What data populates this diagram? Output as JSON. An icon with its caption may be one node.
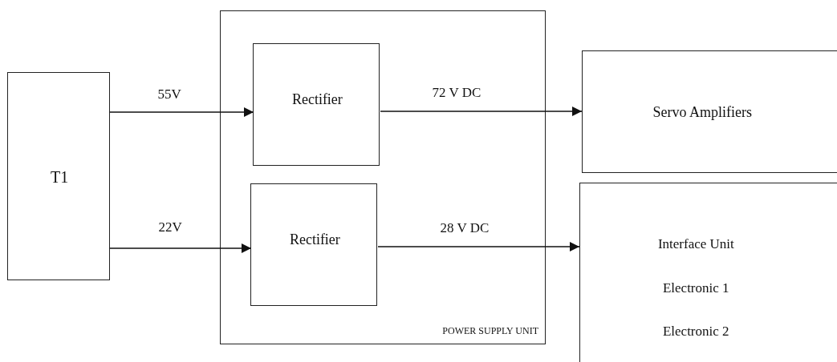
{
  "diagram": {
    "nodes": [
      {
        "text": [
          "T1"
        ]
      },
      {
        "text": [
          "POWER SUPPLY UNIT"
        ]
      },
      {
        "text": [
          "Rectifier"
        ],
        "in": 1
      },
      {
        "text": [
          "Rectifier"
        ],
        "in": 1
      },
      {
        "text": [
          "Servo Amplifiers"
        ]
      },
      {
        "text": [
          "Interface Unit",
          "Electronic 1",
          "Electronic 2"
        ]
      }
    ],
    "edges": [
      {
        "from": 0,
        "to": 2,
        "arrow": "to",
        "label": "55V"
      },
      {
        "from": 0,
        "to": 3,
        "arrow": "to",
        "label": "22V"
      },
      {
        "from": 2,
        "to": 4,
        "arrow": "to",
        "label": "72 V DC"
      },
      {
        "from": 3,
        "to": 5,
        "arrow": "to",
        "label": "28 V DC"
      }
    ]
  }
}
